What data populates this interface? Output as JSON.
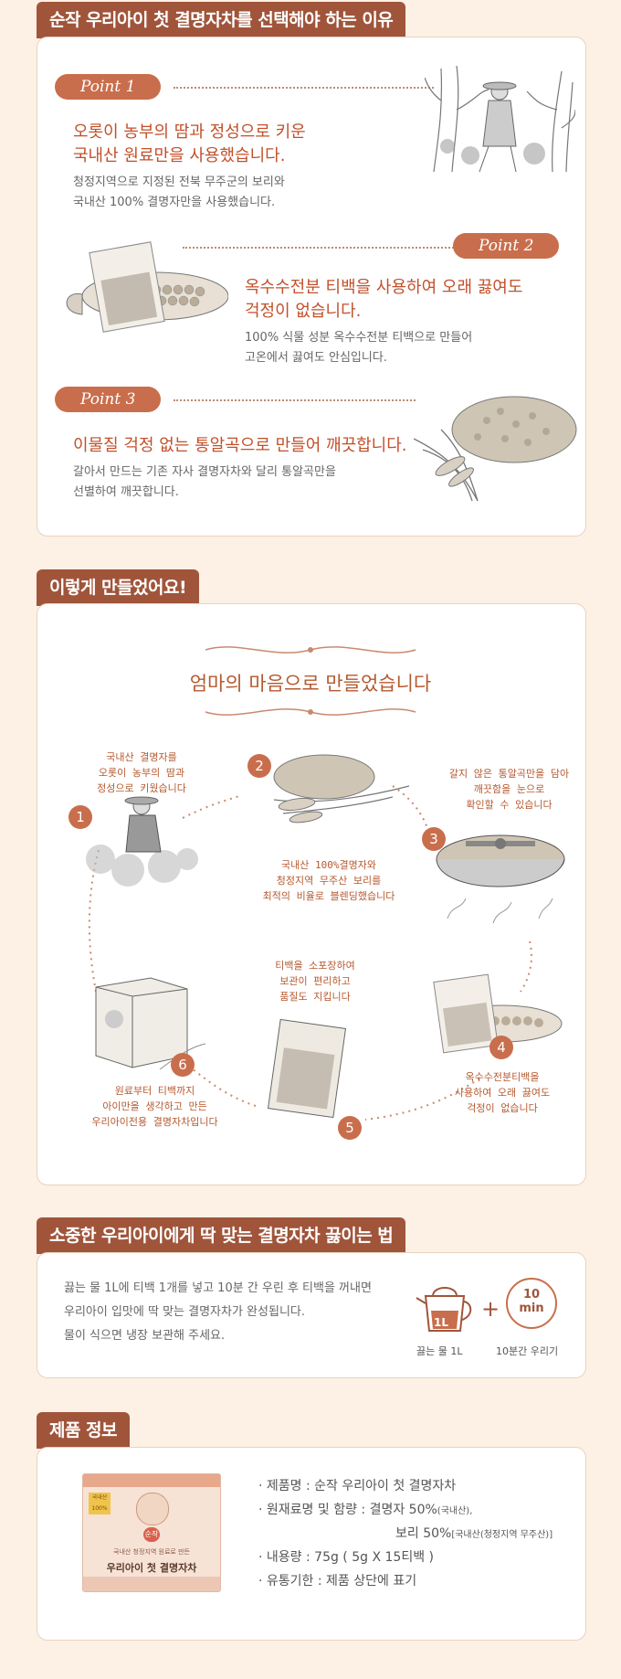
{
  "section1": {
    "title": "순작 우리아이 첫 결명자차를 선택해야 하는 이유",
    "points": [
      {
        "label": "Point 1",
        "title_lines": [
          "오롯이 농부의 땀과 정성으로 키운",
          "국내산 원료만을 사용했습니다."
        ],
        "desc_lines": [
          "청정지역으로 지정된 전북 무주군의 보리와",
          "국내산 100% 결명자만을 사용했습니다."
        ]
      },
      {
        "label": "Point 2",
        "title_lines": [
          "옥수수전분 티백을 사용하여 오래 끓여도",
          "걱정이 없습니다."
        ],
        "desc_lines": [
          "100% 식물 성분 옥수수전분 티백으로 만들어",
          "고온에서 끓여도 안심입니다."
        ]
      },
      {
        "label": "Point 3",
        "title_lines": [
          "이물질 걱정 없는 통알곡으로 만들어 깨끗합니다."
        ],
        "desc_lines": [
          "갈아서 만드는 기존 자사 결명자차와 달리 통알곡만을",
          "선별하여 깨끗합니다."
        ]
      }
    ]
  },
  "section2": {
    "title": "이렇게 만들었어요!",
    "heading": "엄마의 마음으로 만들었습니다",
    "steps": [
      {
        "num": "1",
        "lines": [
          "국내산 결명자를",
          "오롯이 농부의 땀과",
          "정성으로 키웠습니다"
        ]
      },
      {
        "num": "2",
        "lines": [
          "국내산 100%결명자와",
          "청정지역 무주산 보리를",
          "최적의 비율로 블렌딩했습니다"
        ]
      },
      {
        "num": "3",
        "lines": [
          "갈지 않은 통알곡만을 담아",
          "깨끗함을 눈으로",
          "확인할 수 있습니다"
        ]
      },
      {
        "num": "4",
        "lines": [
          "옥수수전분티백을",
          "사용하여 오래 끓여도",
          "걱정이 없습니다"
        ]
      },
      {
        "num": "5",
        "lines": [
          "티백을 소포장하여",
          "보관이 편리하고",
          "품질도 지킵니다"
        ]
      },
      {
        "num": "6",
        "lines": [
          "원료부터 티백까지",
          "아이만을 생각하고 만든",
          "우리아이전용 결명자차입니다"
        ]
      }
    ]
  },
  "section3": {
    "title": "소중한 우리아이에게 딱 맞는 결명자차 끓이는 법",
    "desc_lines": [
      "끓는 물 1L에 티백 1개를 넣고 10분 간 우린 후 티백을 꺼내면",
      "우리아이 입맛에 딱 맞는 결명자차가 완성됩니다.",
      "물이 식으면 냉장 보관해 주세요."
    ],
    "kettle_badge": "1L",
    "kettle_caption": "끓는 물 1L",
    "plus": "+",
    "timer_num": "10",
    "timer_unit": "min",
    "timer_caption": "10분간 우리기"
  },
  "section4": {
    "title": "제품 정보",
    "rows": [
      {
        "label": "· 제품명 : 순작 우리아이 첫 결명자차",
        "note": ""
      },
      {
        "label": "· 원재료명 및 함량 : 결명자 50%",
        "note": "(국내산),"
      },
      {
        "label": "보리 50%",
        "note": "[국내산(청정지역 무주산)]"
      },
      {
        "label": "· 내용량 : 75g ( 5g X 15티백 )",
        "note": ""
      },
      {
        "label": "· 유통기한 : 제품 상단에 표기",
        "note": ""
      }
    ],
    "box_badge_top": "국내산",
    "box_badge_bottom": "100%",
    "box_brand": "순작",
    "box_tagline": "국내산 청정지역 원료로 만든",
    "box_name": "우리아이 첫 결명자차"
  },
  "colors": {
    "accent": "#c96e4c",
    "tab": "#a0553b",
    "title_text": "#c2502a",
    "background": "#fdf0e4"
  }
}
